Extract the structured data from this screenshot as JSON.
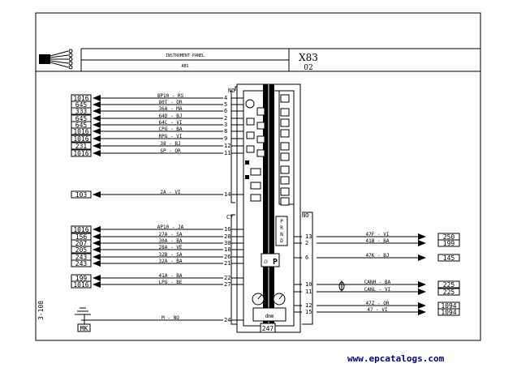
{
  "header": {
    "title_line1": "INSTRUMENT PANEL",
    "title_line2": "ABS",
    "code": "X83",
    "subcode": "02"
  },
  "connector_top": "NO",
  "connector_mid": "CY",
  "connector_right": "NO",
  "left_wires": [
    {
      "ref": "1016",
      "label": "8P10 - RS",
      "pin": "4"
    },
    {
      "ref": "645",
      "label": "80T - OR",
      "pin": "5"
    },
    {
      "ref": "333",
      "label": "36A - MA",
      "pin": "6"
    },
    {
      "ref": "645",
      "label": "64D - BJ",
      "pin": "2"
    },
    {
      "ref": "645",
      "label": "64C - VI",
      "pin": "3"
    },
    {
      "ref": "1016",
      "label": "CPG - BA",
      "pin": "8"
    },
    {
      "ref": "1016",
      "label": "RPG - VI",
      "pin": "9"
    },
    {
      "ref": "231",
      "label": "38 - BJ",
      "pin": "12"
    },
    {
      "ref": "1016",
      "label": "SP - OR",
      "pin": "11"
    },
    {
      "ref": "103",
      "label": "2A - VI",
      "pin": "14"
    },
    {
      "ref": "1016",
      "label": "AP10 - JA",
      "pin": "16"
    },
    {
      "ref": "156",
      "label": "27A - SA",
      "pin": "28"
    },
    {
      "ref": "207",
      "label": "30A - BA",
      "pin": "30"
    },
    {
      "ref": "205",
      "label": "28A - VE",
      "pin": "18"
    },
    {
      "ref": "243",
      "label": "32B - SA",
      "pin": "26"
    },
    {
      "ref": "243",
      "label": "32A - BA",
      "pin": "21"
    },
    {
      "ref": "199",
      "label": "41A - BA",
      "pin": "22"
    },
    {
      "ref": "1016",
      "label": "LPG - BE",
      "pin": "27"
    },
    {
      "ref": "MK",
      "label": "M - NO",
      "pin": "24"
    }
  ],
  "right_wires": [
    {
      "pin": "13",
      "label": "47F - VI",
      "ref": "250"
    },
    {
      "pin": "2",
      "label": "41B - BA",
      "ref": "199"
    },
    {
      "pin": "6",
      "label": "47K - BJ",
      "ref": "145"
    },
    {
      "pin": "10",
      "label": "CANH - BA",
      "ref": "225"
    },
    {
      "pin": "11",
      "label": "CANL - VI",
      "ref": "225"
    },
    {
      "pin": "12",
      "label": "47Z - OR",
      "ref": "1094"
    },
    {
      "pin": "15",
      "label": "47 - VI",
      "ref": "1094"
    }
  ],
  "gear_labels": [
    "P",
    "R",
    "N",
    "D"
  ],
  "display_text": "P",
  "display_small": "ⅅ",
  "odometer_label": "dmm",
  "bottom_ref": "247",
  "page_number": "3-108",
  "footer_url": "www.epcatalogs.com"
}
